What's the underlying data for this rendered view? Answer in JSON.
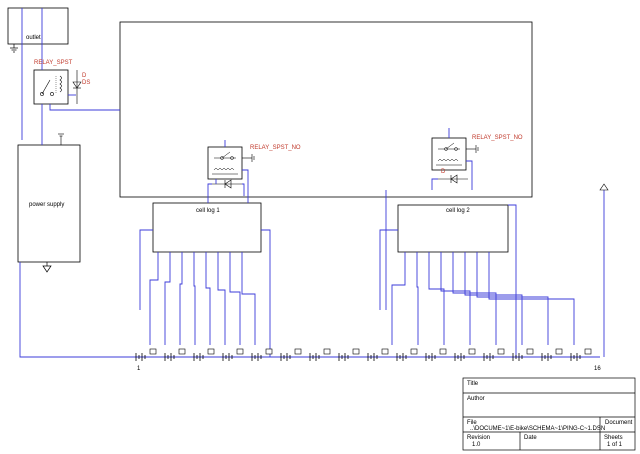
{
  "components": {
    "outlet": "outlet",
    "power_supply": "power supply",
    "relay_main": "RELAY_SPST",
    "relay_1": "RELAY_SPST_NO",
    "relay_2": "RELAY_SPST_NO",
    "cell_log_1": "cell log 1",
    "cell_log_2": "cell log 2",
    "diode_label_main": "D",
    "diode_label_main_sub": "DS",
    "diode_label_2": "D",
    "battery_first": "1",
    "battery_last": "16"
  },
  "title_block": {
    "title_label": "Title",
    "author_label": "Author",
    "file_label": "File",
    "file_value": "..\\DOCUME~1\\E-bike\\SCHEMA~1\\PING-C~1.DSN",
    "document_label": "Document",
    "revision_label": "Revision",
    "revision_value": "1.0",
    "date_label": "Date",
    "sheets_label": "Sheets",
    "sheets_value": "1 of 1"
  },
  "colors": {
    "wire": "#3b3bd9",
    "outline": "#000000",
    "relay_text": "#c0392b"
  }
}
